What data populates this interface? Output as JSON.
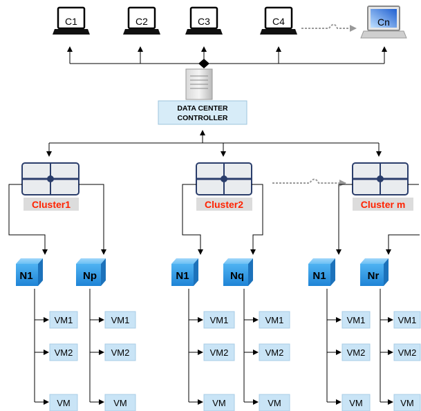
{
  "clients": [
    "C1",
    "C2",
    "C3",
    "C4",
    "Cn"
  ],
  "controller": {
    "line1": "DATA CENTER",
    "line2": "CONTROLLER"
  },
  "clusters": [
    {
      "label": "Cluster1",
      "nodes": [
        "N1",
        "Np"
      ]
    },
    {
      "label": "Cluster2",
      "nodes": [
        "N1",
        "Nq"
      ]
    },
    {
      "label": "Cluster m",
      "nodes": [
        "N1",
        "Nr"
      ]
    }
  ],
  "vms": [
    "VM1",
    "VM2",
    "VM"
  ],
  "colors": {
    "cluster_label": "#ff2200",
    "node_cube": "#3aa0e8",
    "vm_box": "#c9e4f6",
    "controller_box": "#d7ecf8",
    "line": "#000000",
    "dashed_arrow": "#999999"
  }
}
